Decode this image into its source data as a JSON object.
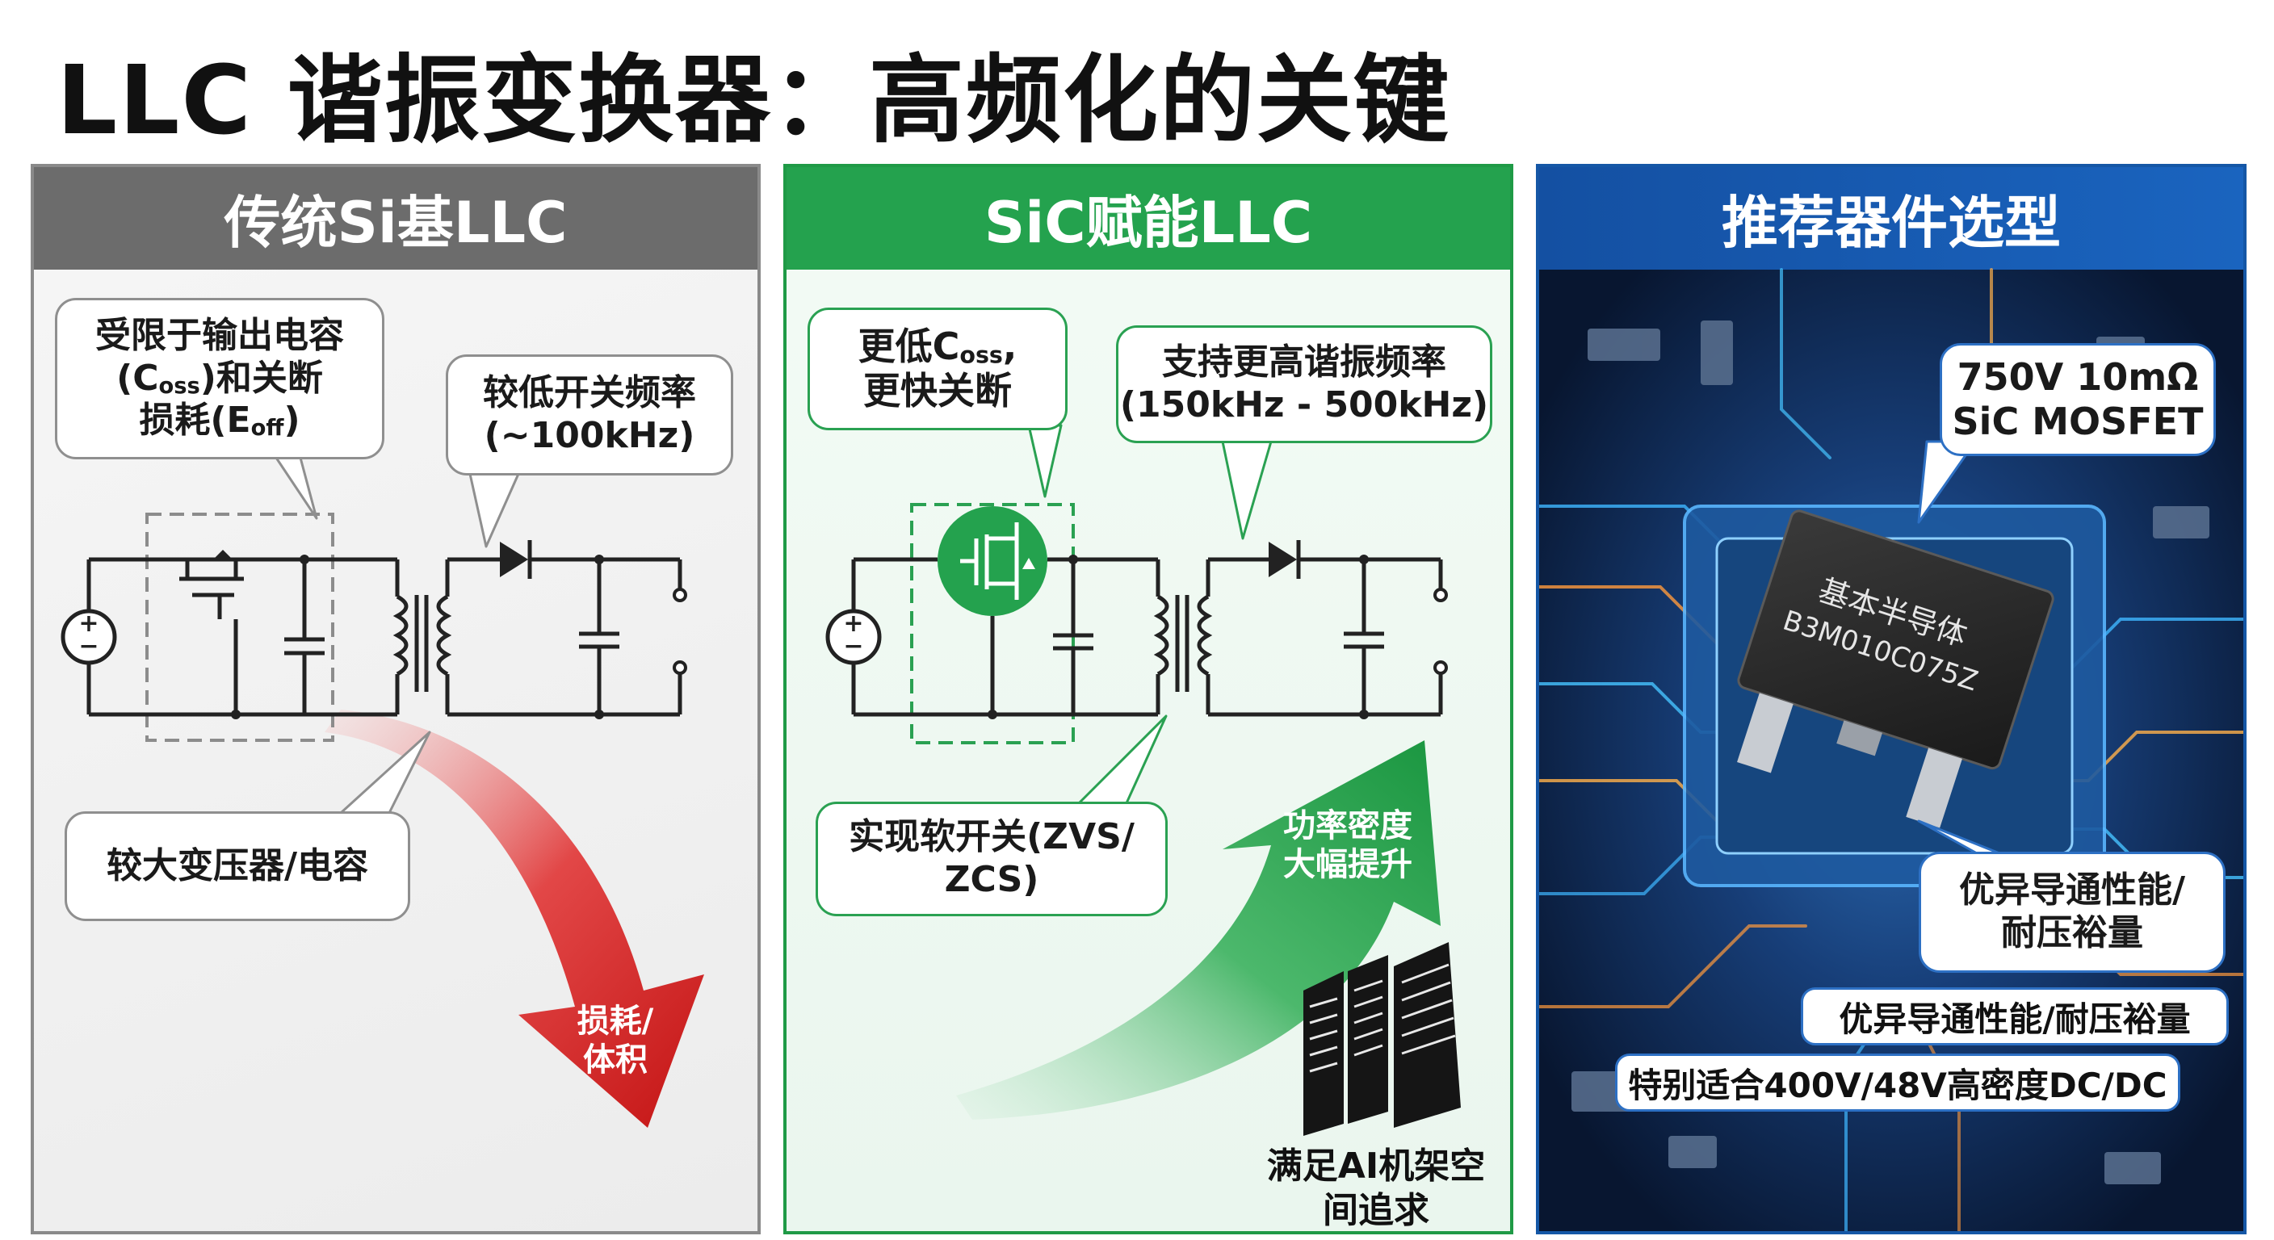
{
  "title": "LLC 谐振变换器：高频化的关键",
  "panels": {
    "traditional": {
      "header": "传统Si基LLC",
      "callout_loss": {
        "line1": "受限于输出电容",
        "line2_pre": "(C",
        "line2_sub": "oss",
        "line2_post": ")和关断",
        "line3_pre": "损耗(E",
        "line3_sub": "off",
        "line3_post": ")"
      },
      "callout_freq": {
        "line1": "较低开关频率",
        "line2": "(~100kHz)"
      },
      "callout_size": "较大变压器/电容",
      "arrow_label": {
        "line1": "损耗/",
        "line2": "体积"
      }
    },
    "sic": {
      "header": "SiC赋能LLC",
      "callout_coss": {
        "line1_pre": "更低C",
        "line1_sub": "oss",
        "line1_post": ",",
        "line2": "更快关断"
      },
      "callout_freq": {
        "line1": "支持更高谐振频率",
        "line2": "(150kHz - 500kHz)"
      },
      "callout_soft": {
        "line1": "实现软开关(ZVS/",
        "line2": "ZCS)"
      },
      "arrow_label": {
        "line1": "功率密度",
        "line2": "大幅提升"
      },
      "server_label": {
        "line1": "满足AI机架空",
        "line2": "间追求"
      }
    },
    "recommend": {
      "header": "推荐器件选型",
      "callout_spec": {
        "line1": "750V 10mΩ",
        "line2": "SiC MOSFET"
      },
      "chip_brand": "基本半导体",
      "chip_part": "B3M010C075Z",
      "callout_perf": {
        "line1": "优异导通性能/",
        "line2": "耐压裕量"
      },
      "banner_perf": "优异导通性能/耐压裕量",
      "banner_app": "特别适合400V/48V高密度DC/DC"
    }
  },
  "colors": {
    "gray_header": "#6c6c6c",
    "green_header": "#24a24e",
    "blue_header": "#1557a6",
    "loss_arrow": "#d42020",
    "density_arrow": "#1f9a46"
  }
}
